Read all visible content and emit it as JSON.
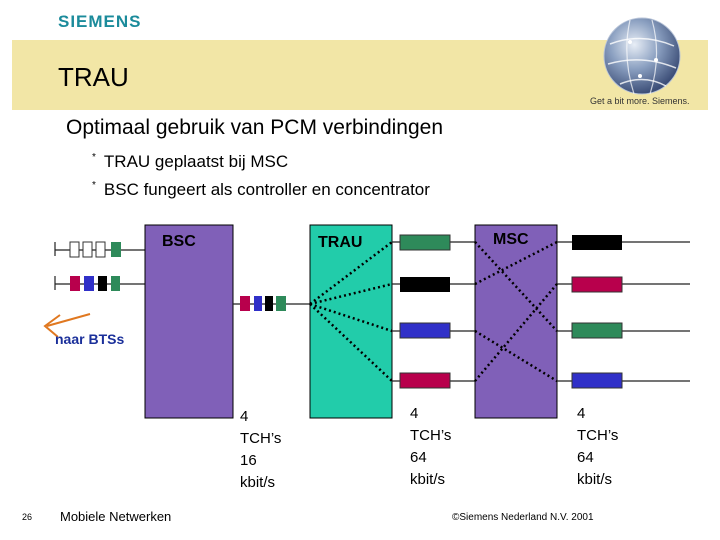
{
  "header": {
    "logo": "SIEMENS",
    "title": "TRAU",
    "tagline": "Get a bit more. Siemens."
  },
  "content": {
    "heading": "Optimaal gebruik van PCM verbindingen",
    "bullet_marker": "*",
    "bullets": [
      "TRAU geplaatst bij MSC",
      "BSC fungeert als controller en concentrator"
    ]
  },
  "diagram": {
    "labels": {
      "bsc": "BSC",
      "trau": "TRAU",
      "msc": "MSC",
      "bts": "naar BTSs"
    },
    "rates": [
      [
        "4",
        "TCH’s",
        "16",
        "kbit/s"
      ],
      [
        "4",
        "TCH’s",
        "64",
        "kbit/s"
      ],
      [
        "4",
        "TCH’s",
        "64",
        "kbit/s"
      ]
    ],
    "colors": {
      "bsc_block": "#8060b8",
      "trau_block": "#22ccaa",
      "msc_block": "#8060b8",
      "slot_green": "#2e8a5a",
      "slot_black": "#000000",
      "slot_red": "#b8004c",
      "slot_blue": "#3030c8",
      "arrow": "#e07820",
      "bts_text": "#1a2f9a"
    }
  },
  "footer": {
    "page": "26",
    "course": "Mobiele Netwerken",
    "copyright": "©Siemens Nederland N.V. 2001"
  }
}
